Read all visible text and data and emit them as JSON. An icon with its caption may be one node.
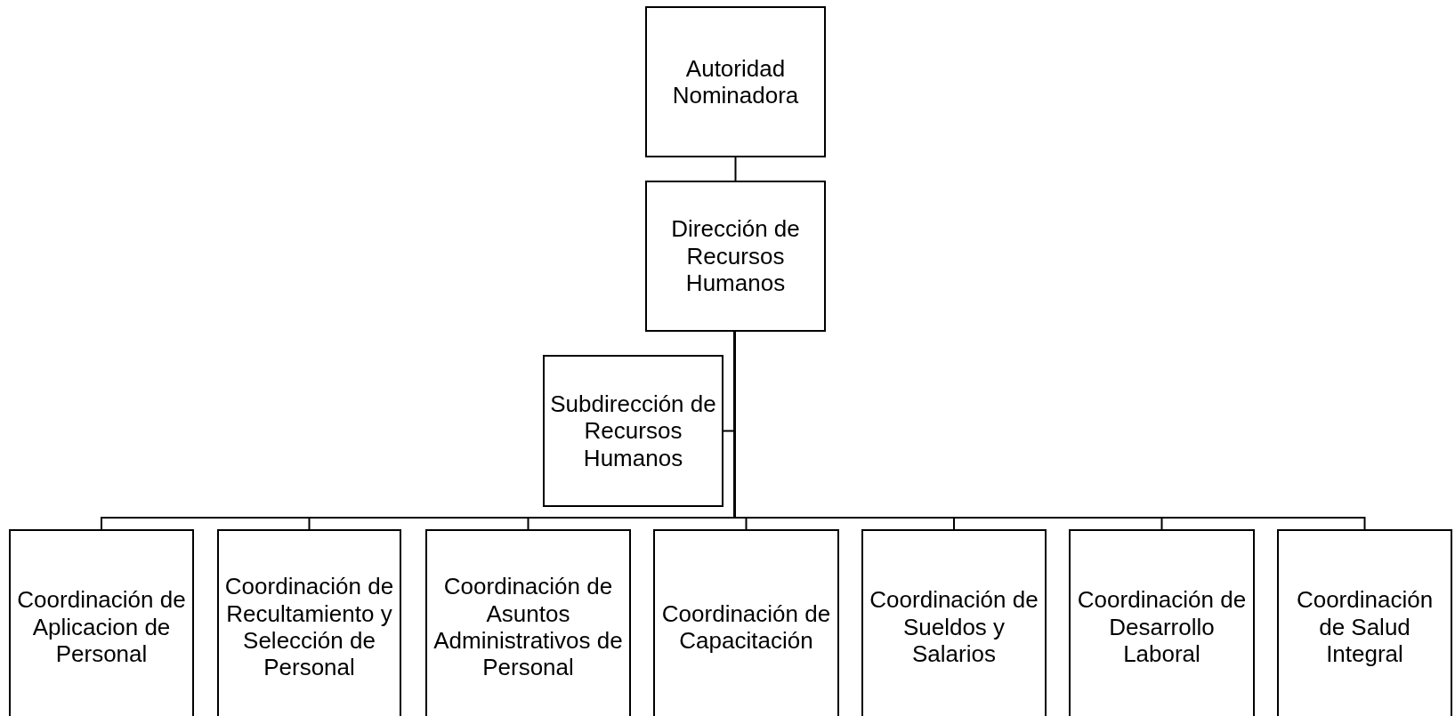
{
  "diagram": {
    "nodes": [
      {
        "text": [
          "Autoridad Nominadora"
        ]
      },
      {
        "text": [
          "Dirección de Recursos Humanos"
        ]
      },
      {
        "text": [
          "Subdirección de Recursos Humanos"
        ]
      },
      {
        "text": [
          "Coordinación de Aplicacion de Personal"
        ]
      },
      {
        "text": [
          "Coordinación de Recultamiento y Selección de Personal"
        ]
      },
      {
        "text": [
          "Coordinación de Asuntos Administrativos de Personal"
        ]
      },
      {
        "text": [
          "Coordinación de Capacitación"
        ]
      },
      {
        "text": [
          "Coordinación de Sueldos y Salarios"
        ]
      },
      {
        "text": [
          "Coordinación de Desarrollo Laboral"
        ]
      },
      {
        "text": [
          "Coordinación de Salud Integral"
        ]
      }
    ],
    "edges": [
      {
        "from": 0,
        "to": 1,
        "arrow": "none"
      },
      {
        "from": 1,
        "to": 2,
        "arrow": "none"
      },
      {
        "from": 1,
        "to": 3,
        "arrow": "none"
      },
      {
        "from": 1,
        "to": 4,
        "arrow": "none"
      },
      {
        "from": 1,
        "to": 5,
        "arrow": "none"
      },
      {
        "from": 1,
        "to": 6,
        "arrow": "none"
      },
      {
        "from": 1,
        "to": 7,
        "arrow": "none"
      },
      {
        "from": 1,
        "to": 8,
        "arrow": "none"
      },
      {
        "from": 1,
        "to": 9,
        "arrow": "none"
      }
    ]
  }
}
